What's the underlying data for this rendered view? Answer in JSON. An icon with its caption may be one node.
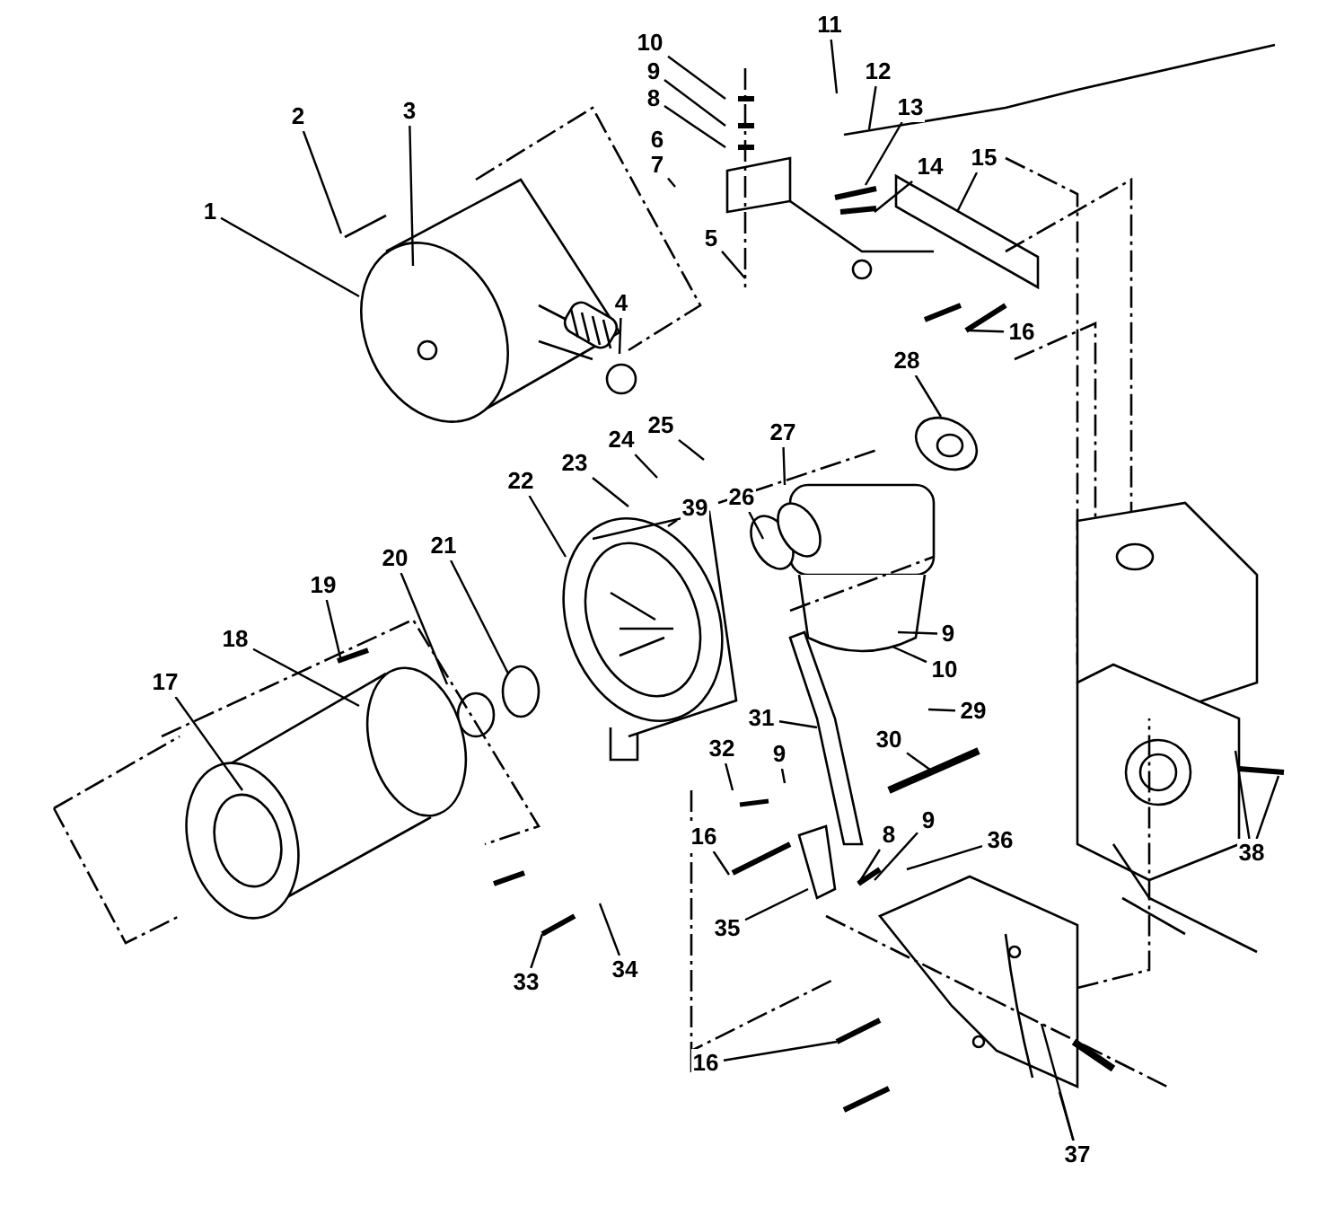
{
  "diagram": {
    "nodes": [
      {
        "text": [
          "1"
        ]
      },
      {
        "text": [
          "2"
        ]
      },
      {
        "text": [
          "3"
        ]
      },
      {
        "text": [
          "10"
        ]
      },
      {
        "text": [
          "9"
        ]
      },
      {
        "text": [
          "8"
        ]
      },
      {
        "text": [
          "6"
        ]
      },
      {
        "text": [
          "7"
        ]
      },
      {
        "text": [
          "11"
        ]
      },
      {
        "text": [
          "12"
        ]
      },
      {
        "text": [
          "13"
        ]
      },
      {
        "text": [
          "14"
        ]
      },
      {
        "text": [
          "15"
        ]
      },
      {
        "text": [
          "5"
        ]
      },
      {
        "text": [
          "4"
        ]
      },
      {
        "text": [
          "16"
        ]
      },
      {
        "text": [
          "28"
        ]
      },
      {
        "text": [
          "27"
        ]
      },
      {
        "text": [
          "25"
        ]
      },
      {
        "text": [
          "24"
        ]
      },
      {
        "text": [
          "23"
        ]
      },
      {
        "text": [
          "22"
        ]
      },
      {
        "text": [
          "39"
        ]
      },
      {
        "text": [
          "26"
        ]
      },
      {
        "text": [
          "21"
        ]
      },
      {
        "text": [
          "20"
        ]
      },
      {
        "text": [
          "19"
        ]
      },
      {
        "text": [
          "18"
        ]
      },
      {
        "text": [
          "9"
        ]
      },
      {
        "text": [
          "10"
        ]
      },
      {
        "text": [
          "17"
        ]
      },
      {
        "text": [
          "29"
        ]
      },
      {
        "text": [
          "31"
        ]
      },
      {
        "text": [
          "30"
        ]
      },
      {
        "text": [
          "32"
        ]
      },
      {
        "text": [
          "9"
        ]
      },
      {
        "text": [
          "16"
        ]
      },
      {
        "text": [
          "9"
        ]
      },
      {
        "text": [
          "8"
        ]
      },
      {
        "text": [
          "36"
        ]
      },
      {
        "text": [
          "38"
        ]
      },
      {
        "text": [
          "35"
        ]
      },
      {
        "text": [
          "34"
        ]
      },
      {
        "text": [
          "33"
        ]
      },
      {
        "text": [
          "16"
        ]
      },
      {
        "text": [
          "37"
        ]
      }
    ],
    "edges": [
      {
        "from": 0,
        "to": null,
        "arrow": "none"
      },
      {
        "from": 1,
        "to": null,
        "arrow": "none"
      },
      {
        "from": 2,
        "to": null,
        "arrow": "none"
      },
      {
        "from": 3,
        "to": null,
        "arrow": "none"
      },
      {
        "from": 4,
        "to": null,
        "arrow": "none"
      },
      {
        "from": 5,
        "to": null,
        "arrow": "none"
      },
      {
        "from": 7,
        "to": null,
        "arrow": "none"
      },
      {
        "from": 8,
        "to": null,
        "arrow": "none"
      },
      {
        "from": 9,
        "to": null,
        "arrow": "none"
      },
      {
        "from": 10,
        "to": null,
        "arrow": "none"
      },
      {
        "from": 11,
        "to": null,
        "arrow": "none"
      },
      {
        "from": 12,
        "to": null,
        "arrow": "none"
      },
      {
        "from": 13,
        "to": null,
        "arrow": "none"
      },
      {
        "from": 14,
        "to": null,
        "arrow": "none"
      },
      {
        "from": 15,
        "to": null,
        "arrow": "none"
      },
      {
        "from": 16,
        "to": null,
        "arrow": "none"
      },
      {
        "from": 17,
        "to": null,
        "arrow": "none"
      },
      {
        "from": 18,
        "to": null,
        "arrow": "none"
      },
      {
        "from": 19,
        "to": null,
        "arrow": "none"
      },
      {
        "from": 20,
        "to": null,
        "arrow": "none"
      },
      {
        "from": 21,
        "to": null,
        "arrow": "none"
      },
      {
        "from": 22,
        "to": null,
        "arrow": "none"
      },
      {
        "from": 23,
        "to": null,
        "arrow": "none"
      },
      {
        "from": 24,
        "to": null,
        "arrow": "none"
      },
      {
        "from": 25,
        "to": null,
        "arrow": "none"
      },
      {
        "from": 26,
        "to": null,
        "arrow": "none"
      },
      {
        "from": 27,
        "to": null,
        "arrow": "none"
      },
      {
        "from": 28,
        "to": null,
        "arrow": "none"
      },
      {
        "from": 29,
        "to": null,
        "arrow": "none"
      },
      {
        "from": 30,
        "to": null,
        "arrow": "none"
      },
      {
        "from": 31,
        "to": null,
        "arrow": "none"
      },
      {
        "from": 32,
        "to": null,
        "arrow": "none"
      },
      {
        "from": 33,
        "to": null,
        "arrow": "none"
      },
      {
        "from": 34,
        "to": null,
        "arrow": "none"
      },
      {
        "from": 35,
        "to": null,
        "arrow": "none"
      },
      {
        "from": 36,
        "to": null,
        "arrow": "none"
      },
      {
        "from": 37,
        "to": null,
        "arrow": "none"
      },
      {
        "from": 38,
        "to": null,
        "arrow": "none"
      },
      {
        "from": 39,
        "to": null,
        "arrow": "none"
      },
      {
        "from": 40,
        "to": null,
        "arrow": "none"
      },
      {
        "from": 40,
        "to": null,
        "arrow": "none"
      },
      {
        "from": 41,
        "to": null,
        "arrow": "none"
      },
      {
        "from": 42,
        "to": null,
        "arrow": "none"
      },
      {
        "from": 43,
        "to": null,
        "arrow": "none"
      },
      {
        "from": 44,
        "to": null,
        "arrow": "none"
      },
      {
        "from": 45,
        "to": null,
        "arrow": "none"
      },
      {
        "from": 45,
        "to": null,
        "arrow": "none"
      }
    ]
  }
}
